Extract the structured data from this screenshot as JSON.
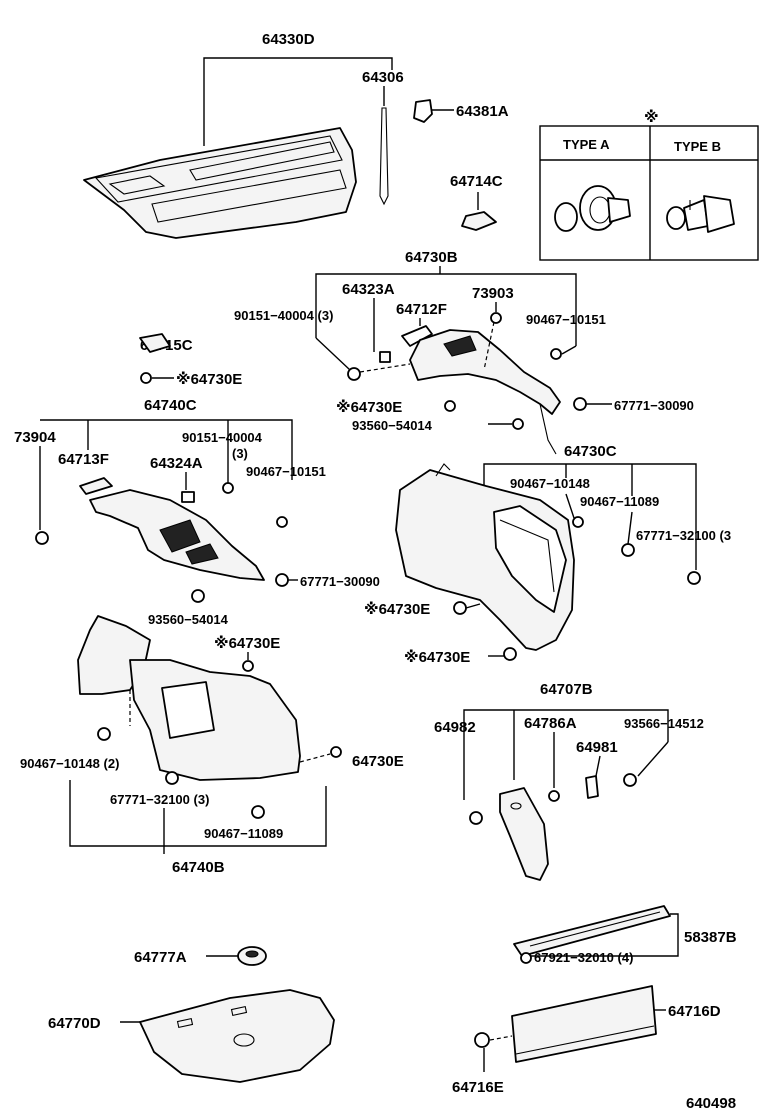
{
  "labels": {
    "p64330D": "64330D",
    "p64306": "64306",
    "p64381A": "64381A",
    "p64714C": "64714C",
    "legend_mark": "※",
    "type_a": "TYPE A",
    "type_b": "TYPE B",
    "p64730B": "64730B",
    "p64323A": "64323A",
    "p73903": "73903",
    "p90151_40004_3_a": "90151−40004 (3)",
    "p64712F": "64712F",
    "p90467_10151_a": "90467−10151",
    "p64715C": "64715C",
    "p64730E_a": "※64730E",
    "p64730E_b": "※64730E",
    "p67771_30090_a": "67771−30090",
    "p93560_54014_a": "93560−54014",
    "p64740C": "64740C",
    "p73904": "73904",
    "p90151_40004_b": "90151−40004",
    "p3_b": "(3)",
    "p64713F": "64713F",
    "p64324A": "64324A",
    "p90467_10151_b": "90467−10151",
    "p64730C": "64730C",
    "p90467_10148_a": "90467−10148",
    "p90467_11089_a": "90467−11089",
    "p67771_32100_3_a": "67771−32100 (3",
    "p67771_30090_b": "67771−30090",
    "p93560_54014_b": "93560−54014",
    "p64730E_c": "※64730E",
    "p64730E_d": "※64730E",
    "p64730E_e": "※64730E",
    "p64707B": "64707B",
    "p64982": "64982",
    "p64786A": "64786A",
    "p93566_14512": "93566−14512",
    "p64981": "64981",
    "p90467_10148_2": "90467−10148 (2)",
    "p64730E_f": "64730E",
    "p67771_32100_3_b": "67771−32100 (3)",
    "p90467_11089_b": "90467−11089",
    "p64740B": "64740B",
    "p58387B": "58387B",
    "p67921_32010_4": "67921−32010 (4)",
    "p64777A": "64777A",
    "p64716D": "64716D",
    "p64770D": "64770D",
    "p64716E": "64716E",
    "diagram_no": "640498"
  }
}
